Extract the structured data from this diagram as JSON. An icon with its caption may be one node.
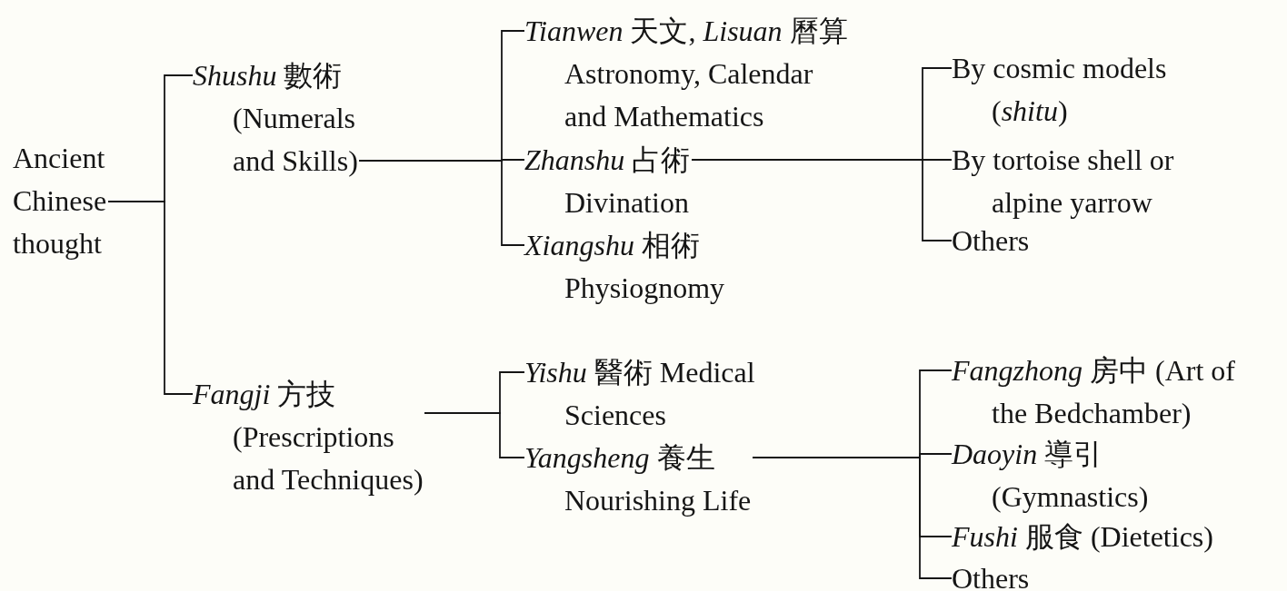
{
  "diagram": {
    "nodes": [
      {
        "text": [
          "Ancient Chinese thought"
        ]
      },
      {
        "text": [
          "*Shushu* 數術",
          "(Numerals and Skills)"
        ]
      },
      {
        "text": [
          "*Fangji* 方技",
          "(Prescriptions and Techniques)"
        ]
      },
      {
        "text": [
          "*Tianwen* 天文, *Lisuan* 曆算",
          "Astronomy, Calendar and Mathematics"
        ]
      },
      {
        "text": [
          "*Zhanshu* 占術",
          "Divination"
        ]
      },
      {
        "text": [
          "*Xiangshu* 相術",
          "Physiognomy"
        ]
      },
      {
        "text": [
          "By cosmic models (*shitu*)"
        ]
      },
      {
        "text": [
          "By tortoise shell or alpine yarrow"
        ]
      },
      {
        "text": [
          "Others"
        ]
      },
      {
        "text": [
          "*Yishu* 醫術 Medical Sciences"
        ]
      },
      {
        "text": [
          "*Yangsheng* 養生",
          "Nourishing Life"
        ]
      },
      {
        "text": [
          "*Fangzhong* 房中 (Art of the Bedchamber)"
        ]
      },
      {
        "text": [
          "*Daoyin* 導引 (Gymnastics)"
        ]
      },
      {
        "text": [
          "*Fushi* 服食 (Dietetics)"
        ]
      },
      {
        "text": [
          "Others"
        ]
      }
    ],
    "edges": [
      {
        "from": 0,
        "to": 1,
        "arrow": "none"
      },
      {
        "from": 0,
        "to": 2,
        "arrow": "none"
      },
      {
        "from": 1,
        "to": 3,
        "arrow": "none"
      },
      {
        "from": 1,
        "to": 4,
        "arrow": "none"
      },
      {
        "from": 1,
        "to": 5,
        "arrow": "none"
      },
      {
        "from": 4,
        "to": 6,
        "arrow": "none"
      },
      {
        "from": 4,
        "to": 7,
        "arrow": "none"
      },
      {
        "from": 4,
        "to": 8,
        "arrow": "none"
      },
      {
        "from": 2,
        "to": 9,
        "arrow": "none"
      },
      {
        "from": 2,
        "to": 10,
        "arrow": "none"
      },
      {
        "from": 10,
        "to": 11,
        "arrow": "none"
      },
      {
        "from": 10,
        "to": 12,
        "arrow": "none"
      },
      {
        "from": 10,
        "to": 13,
        "arrow": "none"
      },
      {
        "from": 10,
        "to": 14,
        "arrow": "none"
      }
    ]
  }
}
